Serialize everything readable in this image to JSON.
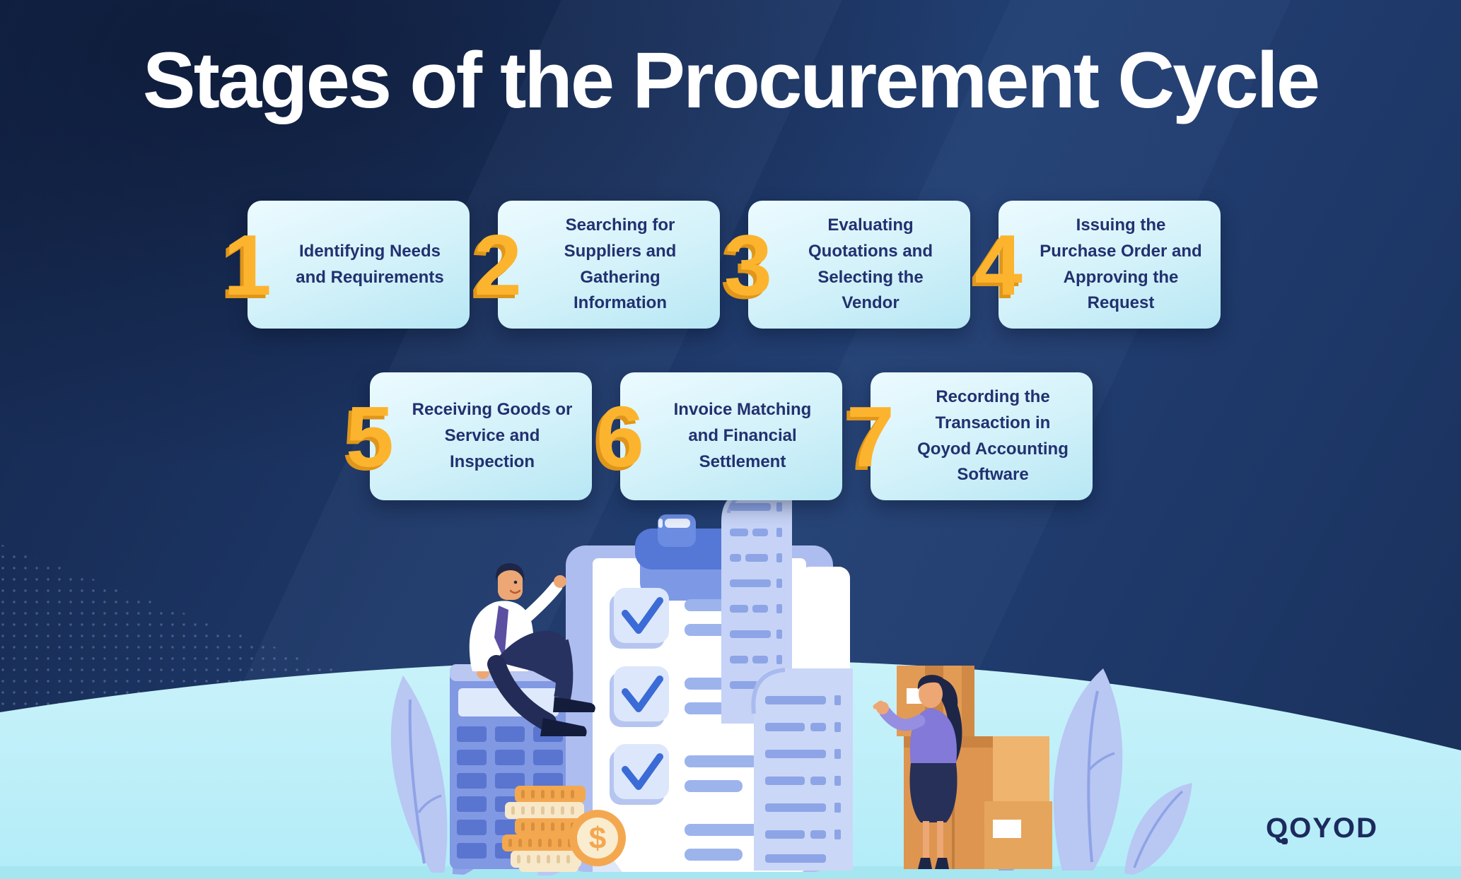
{
  "title": "Stages of the Procurement Cycle",
  "stages": [
    {
      "number": "1",
      "label": "Identifying Needs and Requirements"
    },
    {
      "number": "2",
      "label": "Searching for Suppliers and Gathering Information"
    },
    {
      "number": "3",
      "label": "Evaluating Quotations and Selecting the Vendor"
    },
    {
      "number": "4",
      "label": "Issuing the Purchase Order and Approving the Request"
    },
    {
      "number": "5",
      "label": "Receiving Goods or Service and Inspection"
    },
    {
      "number": "6",
      "label": "Invoice Matching and Financial Settlement"
    },
    {
      "number": "7",
      "label": "Recording the Transaction in Qoyod Accounting Software"
    }
  ],
  "brand": {
    "logo_text": "QOYOD"
  },
  "illustration": {
    "dollar_symbol": "$"
  },
  "colors": {
    "background_navy": "#1d3767",
    "background_navy_dark": "#15284e",
    "accent_yellow": "#fcb42e",
    "accent_yellow_shadow": "#e0961a",
    "card_gradient_start": "#ecfbff",
    "card_gradient_end": "#b7e7f4",
    "card_text_navy": "#223170",
    "hill_cyan": "#c3f0f9",
    "ground_strip": "#a5e6f1",
    "periwinkle": "#aebdf0",
    "clip_blue": "#5577d6",
    "check_blue": "#3b6bd6",
    "coin_orange": "#f3a850",
    "box_tan": "#e09a55",
    "logo_navy": "#1c2a5e"
  }
}
